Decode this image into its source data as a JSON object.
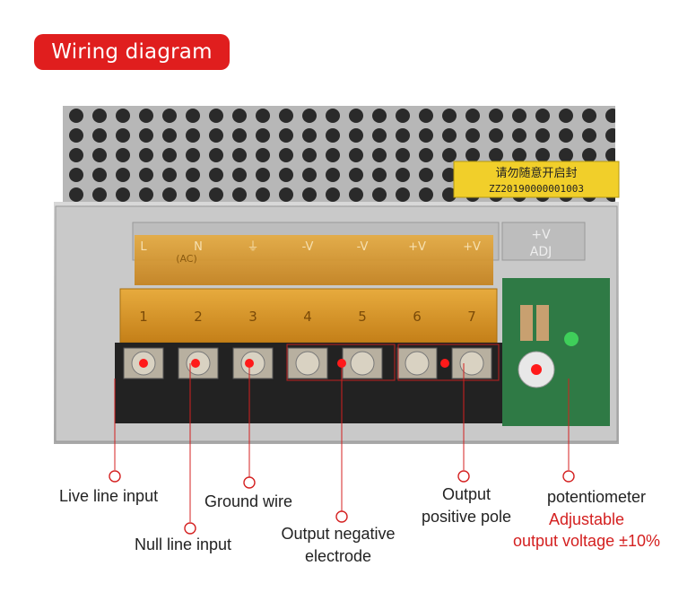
{
  "title": "Wiring diagram",
  "sticker": {
    "line1": "请勿随意开启封",
    "line2": "ZZ20190000001003"
  },
  "terminal_markings": {
    "top": [
      "L",
      "N",
      "⏚",
      "-V",
      "-V",
      "+V",
      "+V"
    ],
    "ac": "(AC)",
    "adj_top": "+V",
    "adj_bottom": "ADJ",
    "numbers": [
      "1",
      "2",
      "3",
      "4",
      "5",
      "6",
      "7"
    ]
  },
  "labels": {
    "live": "Live line input",
    "null": "Null line input",
    "ground": "Ground wire",
    "neg_line1": "Output  negative",
    "neg_line2": "electrode",
    "pos_line1": "Output",
    "pos_line2": "positive pole",
    "pot": "potentiometer",
    "adj_line1": "Adjustable",
    "adj_line2": "output voltage ±10%"
  },
  "colors": {
    "accent_red": "#d42020",
    "title_bg": "#e01e1e",
    "amber_cover": "#d99a2a",
    "pcb_green": "#2f7a45"
  }
}
